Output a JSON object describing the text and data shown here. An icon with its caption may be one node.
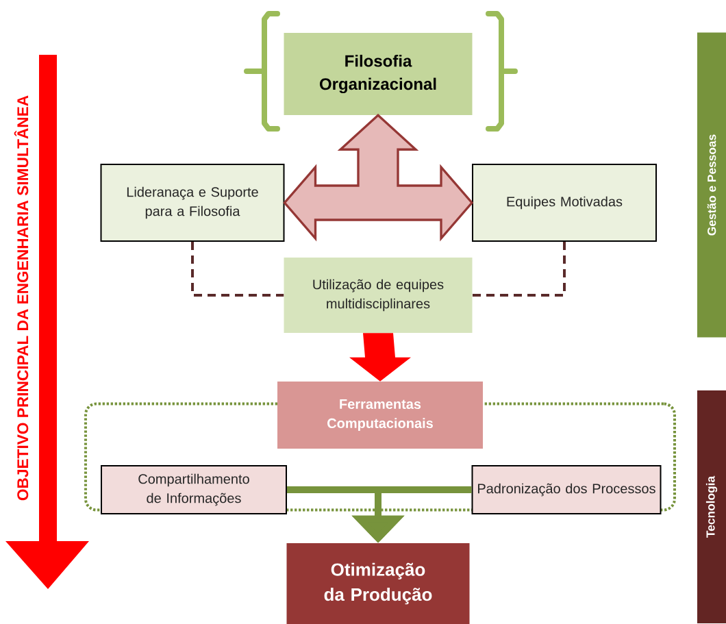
{
  "diagram": {
    "nodes": [
      {
        "text": [
          "Filosofia Organizacional"
        ]
      },
      {
        "text": [
          "Lideranaça e Suporte para a Filosofia"
        ]
      },
      {
        "text": [
          "Equipes Motivadas"
        ]
      },
      {
        "text": [
          "Utilização de equipes multidisciplinares"
        ]
      },
      {
        "text": [],
        "shape": "box"
      },
      {
        "text": [
          "Ferramentas Computacionais"
        ]
      },
      {
        "text": [
          "Compartilhamento de Informações"
        ],
        "in": 4
      },
      {
        "text": [
          "Padronização dos Processos"
        ],
        "in": 4
      },
      {
        "text": [
          "Otimização da Produção"
        ]
      },
      {
        "text": [
          "Gestão e Pessoas"
        ]
      },
      {
        "text": [
          "Tecnologia"
        ]
      }
    ],
    "edges": [
      {
        "from": 1,
        "to": 0,
        "arrow": "both",
        "style": "thick",
        "color": "#953735"
      },
      {
        "from": 2,
        "to": 0,
        "arrow": "both",
        "style": "thick",
        "color": "#953735"
      },
      {
        "from": 1,
        "to": 3,
        "arrow": "none",
        "style": "dashed",
        "color": "#5a2a2a"
      },
      {
        "from": 2,
        "to": 3,
        "arrow": "none",
        "style": "dashed",
        "color": "#5a2a2a"
      },
      {
        "from": 3,
        "to": 5,
        "arrow": "to",
        "style": "thick",
        "color": "#ff0000"
      },
      {
        "from": 6,
        "to": 8,
        "arrow": "to",
        "style": "thick",
        "color": "#77933c"
      },
      {
        "from": 7,
        "to": 8,
        "arrow": "to",
        "style": "thick",
        "color": "#77933c"
      }
    ],
    "labels": [
      "OBJETIVO PRINCIPAL DA ENGENHARIA SIMULTÂNEA"
    ]
  }
}
